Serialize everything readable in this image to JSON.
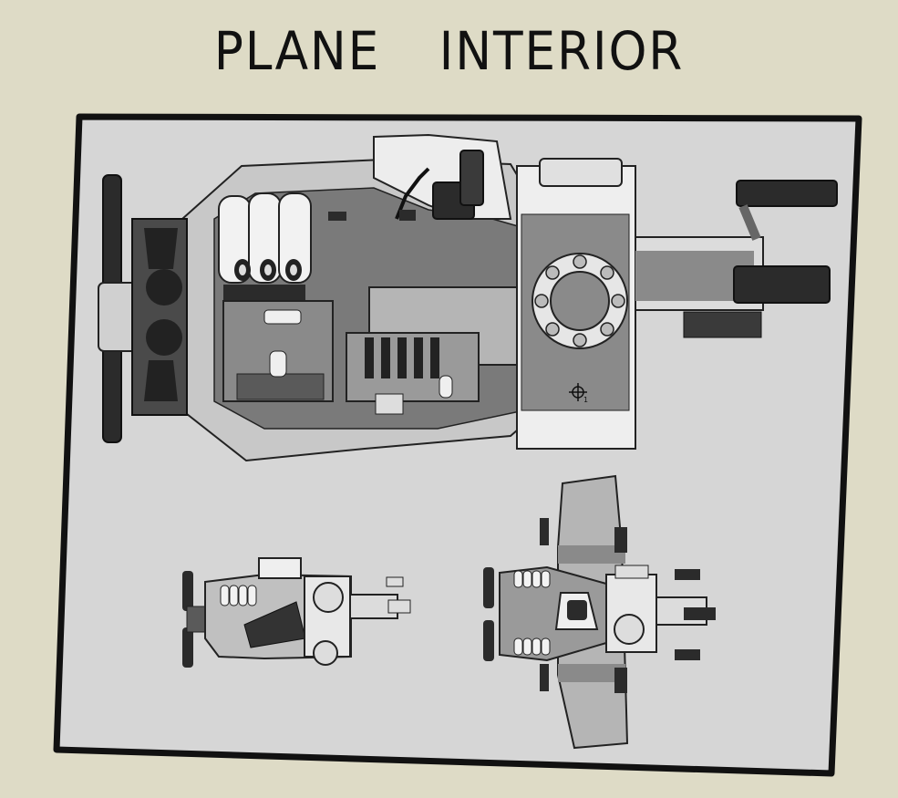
{
  "title": {
    "word1": "PLANE",
    "word2": "INTERIOR"
  },
  "colors": {
    "background": "#dedbc6",
    "paper": "#d6d6d6",
    "ink": "#111111",
    "dark": "#3b3b3b",
    "mid": "#808080",
    "light": "#bdbdbd",
    "white": "#efefef"
  },
  "cursor": {
    "icon": "crosshair-icon",
    "label": "1"
  }
}
